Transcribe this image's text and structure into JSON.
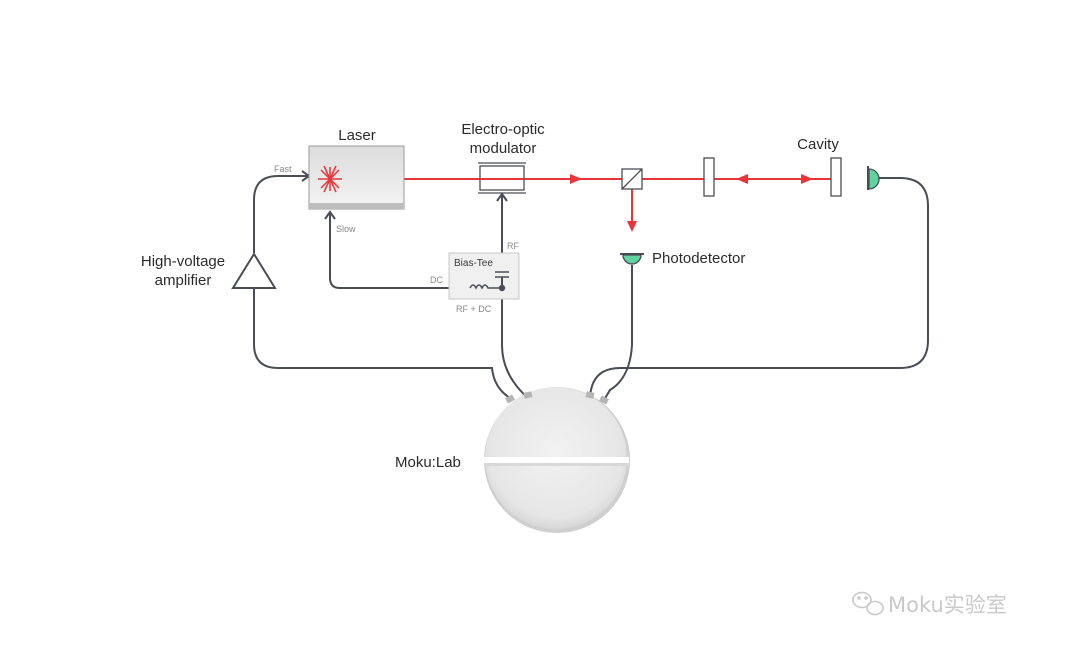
{
  "labels": {
    "laser": "Laser",
    "eom_line1": "Electro-optic",
    "eom_line2": "modulator",
    "cavity": "Cavity",
    "photodetector": "Photodetector",
    "hv_line1": "High-voltage",
    "hv_line2": "amplifier",
    "fast": "Fast",
    "slow": "Slow",
    "bias_tee": "Bias-Tee",
    "dc": "DC",
    "rf": "RF",
    "rf_dc": "RF + DC",
    "moku": "Moku:Lab"
  },
  "watermark": {
    "text": "Moku实验室",
    "icon": "wechat-icon"
  },
  "colors": {
    "beam": "#e8343a",
    "wire": "#4a4d55",
    "detector": "#5fd3a0",
    "device": "#e4e4e4"
  }
}
